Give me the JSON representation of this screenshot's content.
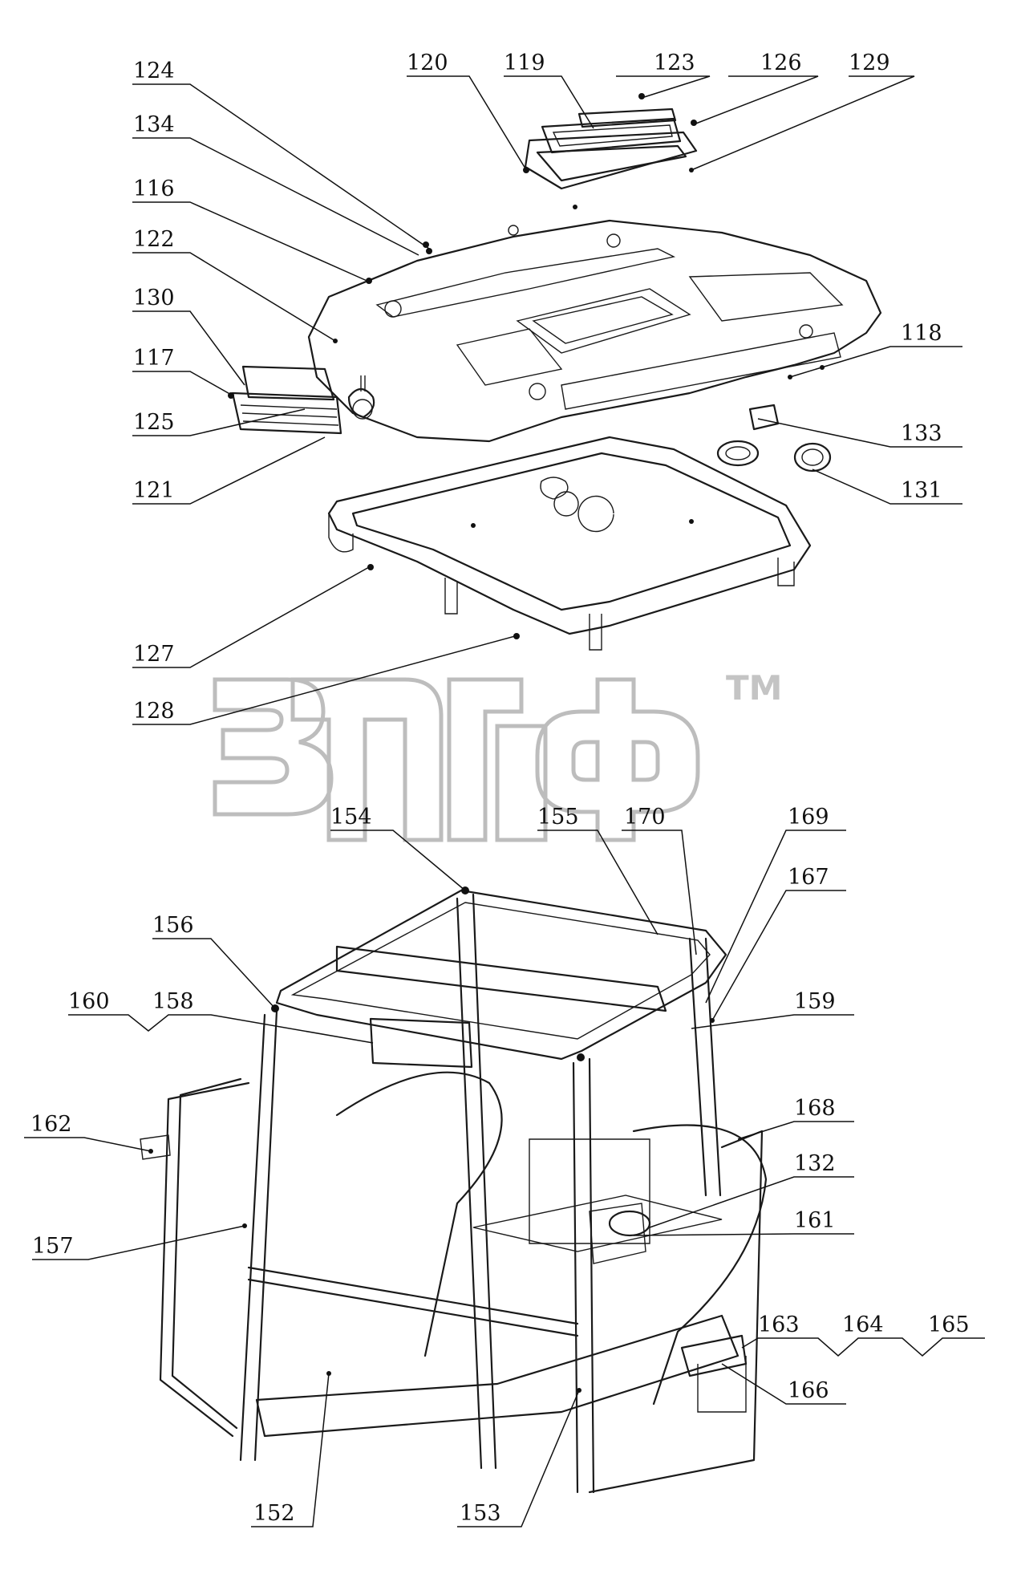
{
  "diagram": {
    "callouts": [
      "124",
      "134",
      "116",
      "122",
      "130",
      "117",
      "125",
      "121",
      "127",
      "128",
      "120",
      "119",
      "123",
      "126",
      "129",
      "118",
      "133",
      "131",
      "154",
      "155",
      "170",
      "169",
      "167",
      "156",
      "160",
      "158",
      "159",
      "162",
      "168",
      "132",
      "161",
      "157",
      "163",
      "164",
      "165",
      "166",
      "152",
      "153"
    ],
    "watermark": {
      "text": "",
      "trademark": "TM"
    }
  }
}
